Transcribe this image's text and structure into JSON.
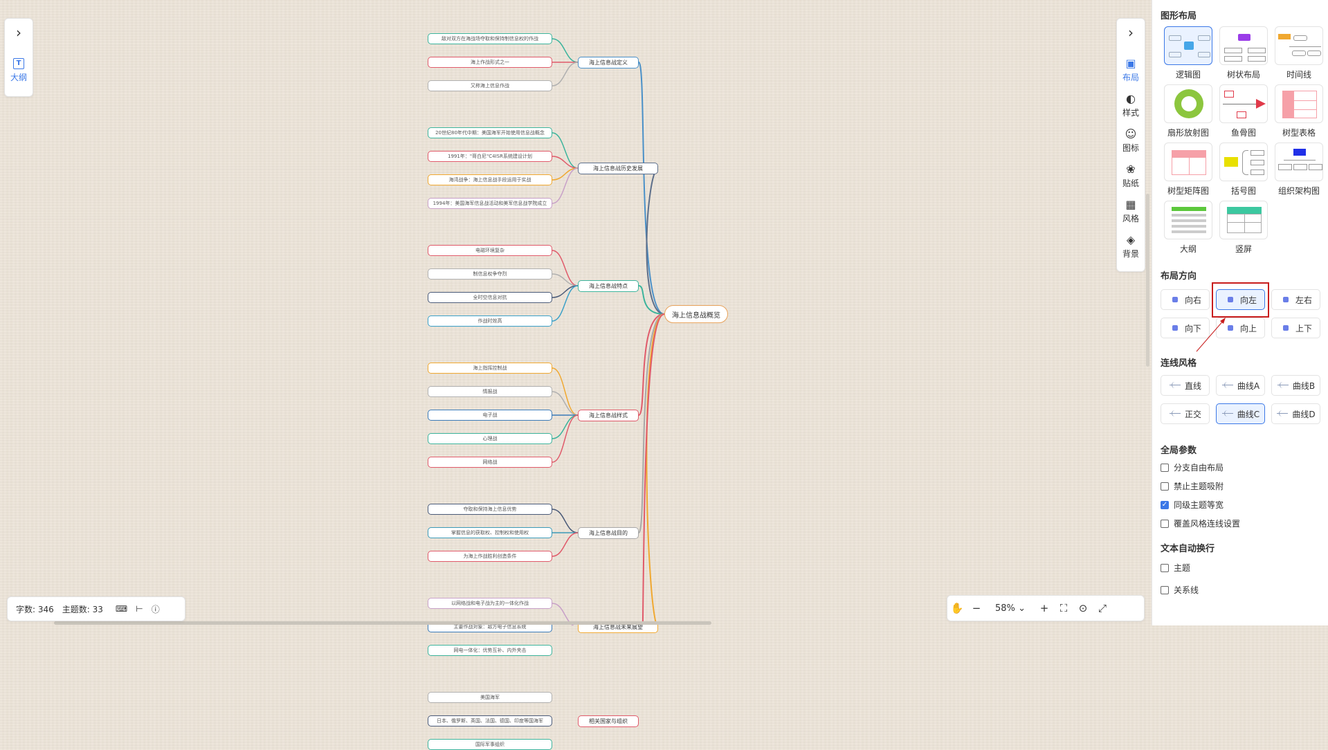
{
  "root": "海上信息战概览",
  "branches": [
    {
      "label": "海上信息战定义",
      "color": "#4a90c8",
      "leaves": [
        {
          "text": "敌对双方在海战场夺取和保持制信息权的作战",
          "color": "#3cb49c"
        },
        {
          "text": "海上作战形式之一",
          "color": "#e05a6a"
        },
        {
          "text": "又称海上信息作战",
          "color": "#b0b0b0"
        }
      ]
    },
    {
      "label": "海上信息战历史发展",
      "color": "#5c6e8a",
      "leaves": [
        {
          "text": "20世纪80年代中期：美国海军开始使用信息战概念",
          "color": "#3cb49c"
        },
        {
          "text": "1991年：\"哥白尼\"C4ISR系统建设计划",
          "color": "#e05a6a"
        },
        {
          "text": "海湾战争：海上信息战手段运用于实战",
          "color": "#f0a830"
        },
        {
          "text": "1994年：美国海军信息战活动和美军信息战学院成立",
          "color": "#c8a0c8"
        }
      ]
    },
    {
      "label": "海上信息战特点",
      "color": "#3cb49c",
      "leaves": [
        {
          "text": "电磁环境复杂",
          "color": "#e05a6a"
        },
        {
          "text": "制信息权争夺烈",
          "color": "#b0b0b0"
        },
        {
          "text": "全时空信息对抗",
          "color": "#4a5a78"
        },
        {
          "text": "作战时效高",
          "color": "#3aa0c8"
        }
      ]
    },
    {
      "label": "海上信息战样式",
      "color": "#e05a6a",
      "leaves": [
        {
          "text": "海上指挥控制战",
          "color": "#f0a830"
        },
        {
          "text": "情报战",
          "color": "#b0b0b0"
        },
        {
          "text": "电子战",
          "color": "#3a7ab8"
        },
        {
          "text": "心理战",
          "color": "#3cb49c"
        },
        {
          "text": "网络战",
          "color": "#e05a6a"
        }
      ]
    },
    {
      "label": "海上信息战目的",
      "color": "#a8a8a8",
      "leaves": [
        {
          "text": "夺取和保持海上信息优势",
          "color": "#4a5a78"
        },
        {
          "text": "掌握信息的获取权、控制权和使用权",
          "color": "#3a9ab8"
        },
        {
          "text": "为海上作战胜利创造条件",
          "color": "#e05a6a"
        }
      ]
    },
    {
      "label": "海上信息战未来展望",
      "color": "#f0a830",
      "leaves": [
        {
          "text": "以网络战和电子战为主的一体化作战",
          "color": "#c8a0c8"
        },
        {
          "text": "主要作战对象：敌方电子信息系统",
          "color": "#3a7ab8"
        },
        {
          "text": "网电一体化：优势互补、内外夹击",
          "color": "#3cb49c"
        }
      ]
    },
    {
      "label": "相关国家与组织",
      "color": "#e05a6a",
      "leaves": [
        {
          "text": "美国海军",
          "color": "#b0b0b0"
        },
        {
          "text": "日本、俄罗斯、英国、法国、德国、印度等国海军",
          "color": "#4a5a78"
        },
        {
          "text": "国际军事组织",
          "color": "#3cb49c"
        }
      ]
    }
  ],
  "left_panel": {
    "outline_label": "大纲",
    "outline_icon": "T"
  },
  "tools": [
    {
      "label": "布局",
      "icon": "layout-icon",
      "glyph": "▣"
    },
    {
      "label": "样式",
      "icon": "palette-icon",
      "glyph": "◐"
    },
    {
      "label": "图标",
      "icon": "smiley-icon",
      "glyph": "☺"
    },
    {
      "label": "贴纸",
      "icon": "sticker-icon",
      "glyph": "❀"
    },
    {
      "label": "风格",
      "icon": "grid-icon",
      "glyph": "▦"
    },
    {
      "label": "背景",
      "icon": "layers-icon",
      "glyph": "◈"
    }
  ],
  "sidebar": {
    "layout_title": "图形布局",
    "layouts": [
      "逻辑图",
      "树状布局",
      "时间线",
      "扇形放射图",
      "鱼骨图",
      "树型表格",
      "树型矩阵图",
      "括号图",
      "组织架构图",
      "大纲",
      "竖屏"
    ],
    "direction_title": "布局方向",
    "directions": [
      "向右",
      "向左",
      "左右",
      "向下",
      "向上",
      "上下"
    ],
    "line_title": "连线风格",
    "lines": [
      "直线",
      "曲线A",
      "曲线B",
      "正交",
      "曲线C",
      "曲线D"
    ],
    "global_title": "全局参数",
    "global_opts": [
      {
        "label": "分支自由布局",
        "checked": false
      },
      {
        "label": "禁止主题吸附",
        "checked": false
      },
      {
        "label": "同级主题等宽",
        "checked": true
      },
      {
        "label": "覆盖风格连线设置",
        "checked": false
      }
    ],
    "wrap_title": "文本自动换行",
    "wrap_opts": [
      {
        "label": "主题",
        "checked": false
      },
      {
        "label": "关系线",
        "checked": false
      }
    ]
  },
  "status": {
    "words": "字数: 346",
    "topics": "主题数: 33"
  },
  "zoom": {
    "level": "58%"
  },
  "colors": {
    "accent": "#3b78e7",
    "highlight": "#c81c1c",
    "root_border": "#e8a25a"
  }
}
